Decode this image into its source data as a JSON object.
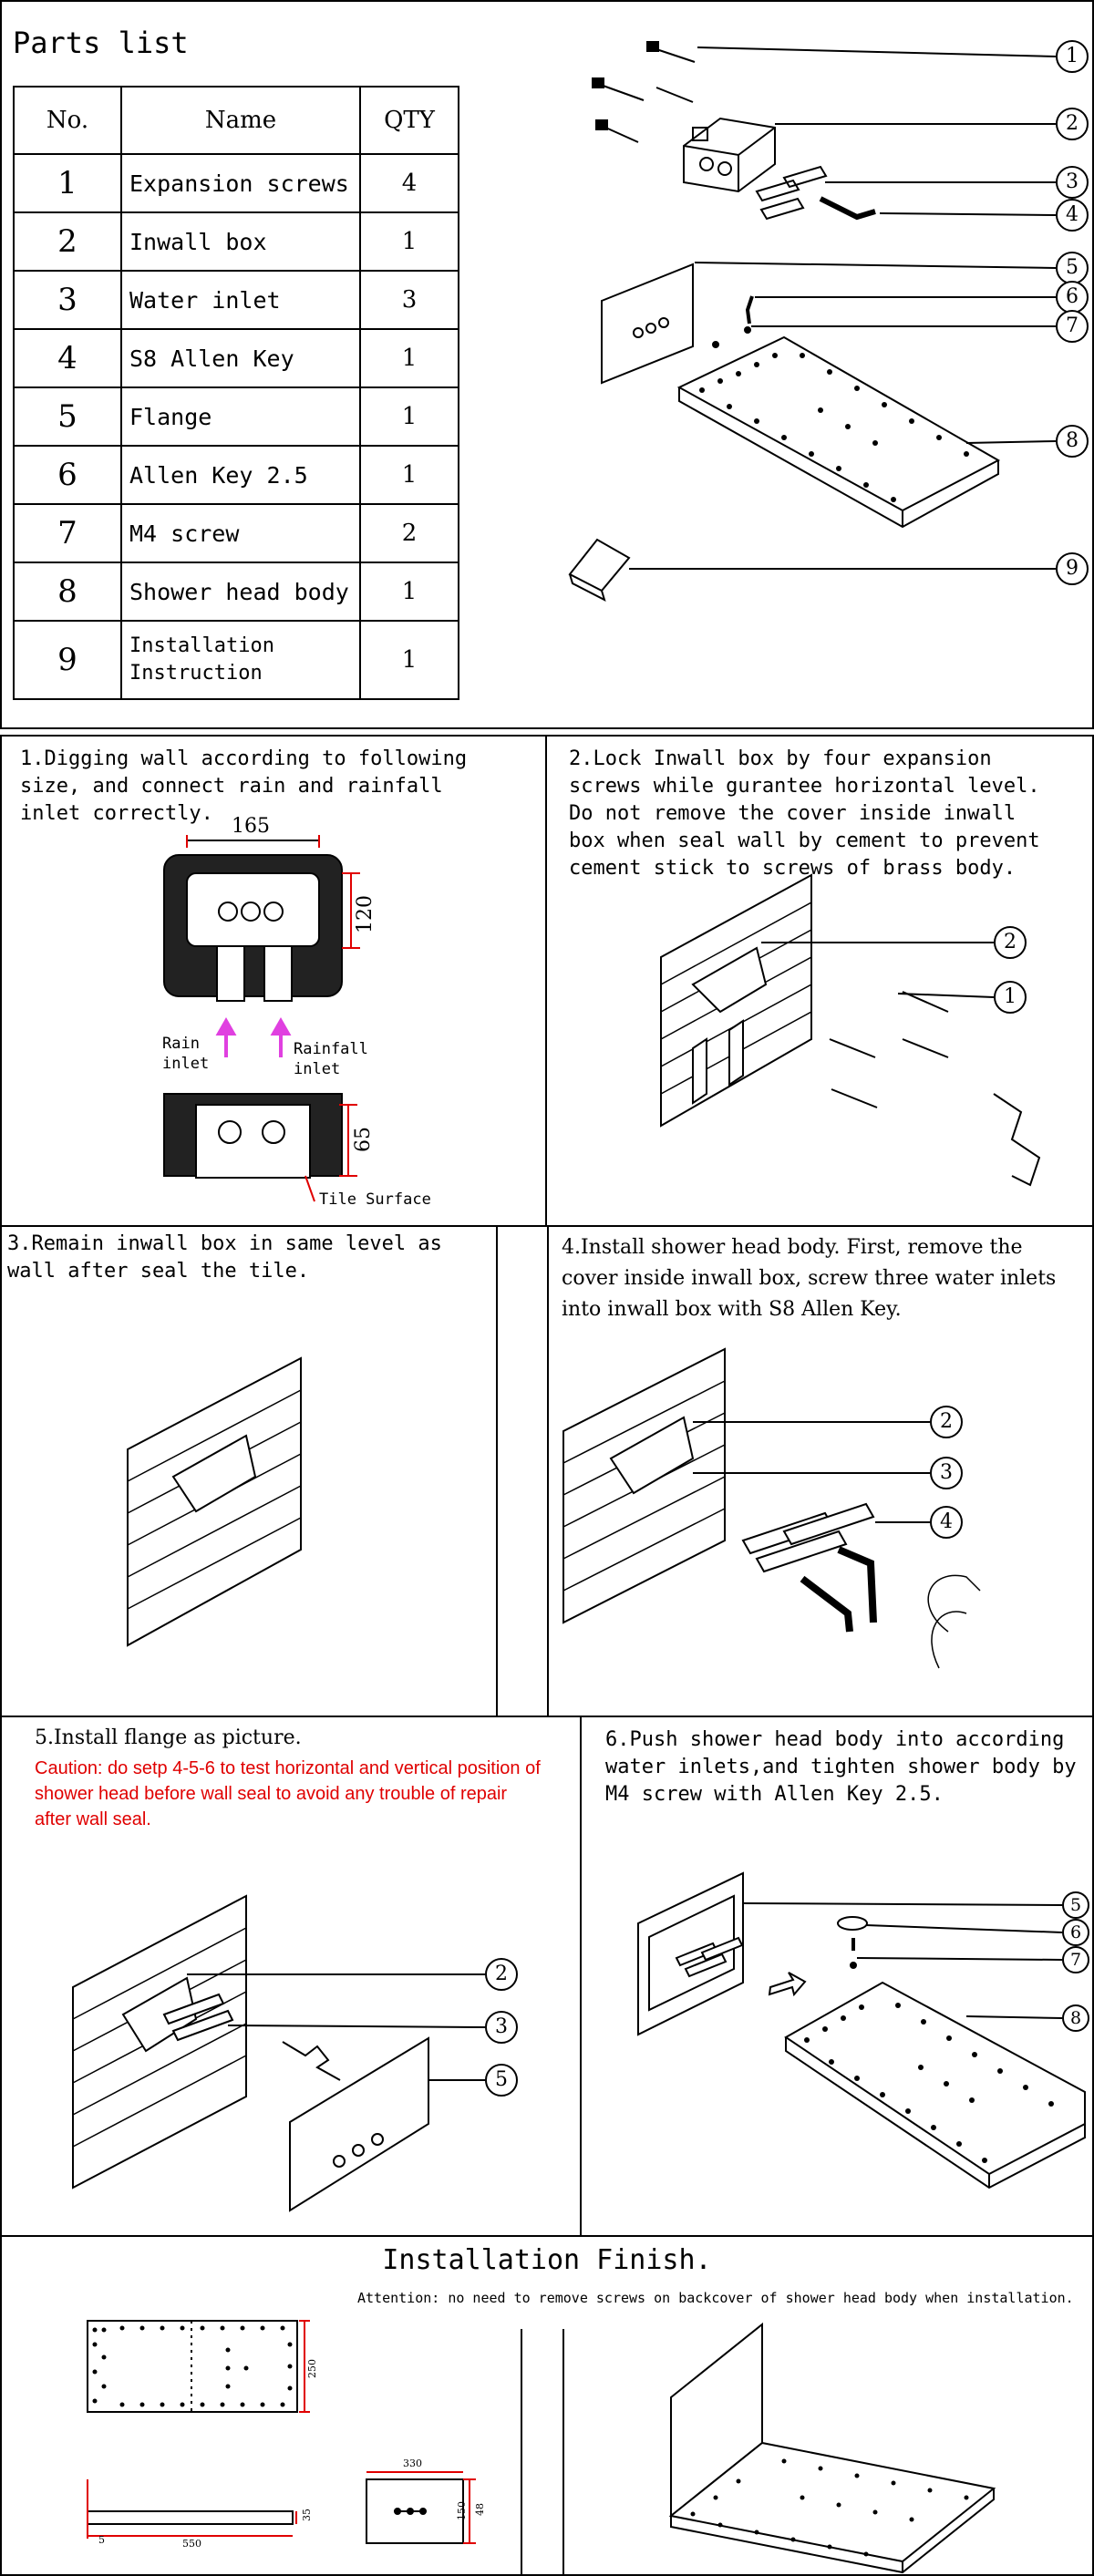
{
  "parts_list": {
    "title": "Parts list",
    "headers": {
      "no": "No.",
      "name": "Name",
      "qty": "QTY"
    },
    "rows": [
      {
        "no": "1",
        "name": "Expansion screws",
        "qty": "4"
      },
      {
        "no": "2",
        "name": "Inwall box",
        "qty": "1"
      },
      {
        "no": "3",
        "name": "Water inlet",
        "qty": "3"
      },
      {
        "no": "4",
        "name": "S8 Allen Key",
        "qty": "1"
      },
      {
        "no": "5",
        "name": "Flange",
        "qty": "1"
      },
      {
        "no": "6",
        "name": "Allen Key 2.5",
        "qty": "1"
      },
      {
        "no": "7",
        "name": "M4 screw",
        "qty": "2"
      },
      {
        "no": "8",
        "name": "Shower head body",
        "qty": "1"
      },
      {
        "no": "9",
        "name": "Installation Instruction",
        "qty": "1"
      }
    ],
    "callouts": [
      "1",
      "2",
      "3",
      "4",
      "5",
      "6",
      "7",
      "8",
      "9"
    ]
  },
  "step1": {
    "text": "1.Digging wall according to following size, and connect rain and rainfall inlet correctly.",
    "dim_width": "165",
    "dim_height": "120",
    "dim_depth": "65",
    "label_rain": "Rain inlet",
    "label_rainfall": "Rainfall inlet",
    "label_tile": "Tile Surface"
  },
  "step2": {
    "text": "2.Lock Inwall box by four expansion screws while gurantee horizontal level. Do not remove the cover inside inwall box when seal wall by cement to prevent cement stick to screws of brass body.",
    "callouts": [
      "2",
      "1"
    ]
  },
  "step3": {
    "text": "3.Remain inwall box in same level as wall after seal the tile."
  },
  "step4": {
    "text": "4.Install shower head body. First, remove the cover inside inwall box, screw three water inlets into inwall box with S8 Allen Key.",
    "callouts": [
      "2",
      "3",
      "4"
    ]
  },
  "step5": {
    "text": "5.Install flange as picture.",
    "caution": "Caution: do setp 4-5-6 to test horizontal and vertical position of shower head before wall seal to avoid any trouble of repair after wall seal.",
    "callouts": [
      "2",
      "3",
      "5"
    ],
    "caution_color": "#e00000"
  },
  "step6": {
    "text": "6.Push shower head body into according water inlets,and tighten shower body by M4 screw with Allen Key 2.5.",
    "callouts": [
      "5",
      "6",
      "7",
      "8"
    ]
  },
  "finish": {
    "title": "Installation Finish.",
    "attention": "Attention: no need to remove screws on backcover of shower head body when installation.",
    "dim_length": "550",
    "dim_width": "250",
    "dim_thick": "35",
    "dim_end": "5",
    "dim_flange_w": "330",
    "dim_flange_h": "150",
    "dim_flange_depth": "48"
  }
}
